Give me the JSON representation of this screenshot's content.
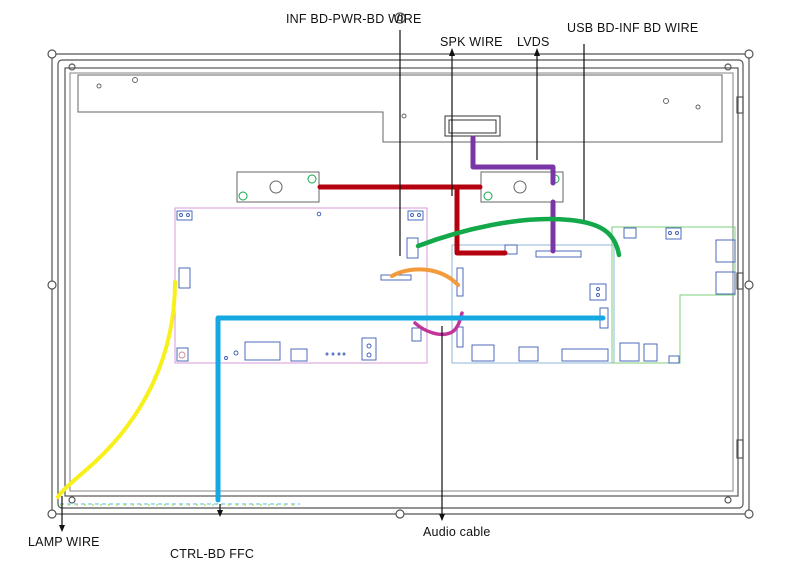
{
  "labels": {
    "inf_pwr": "INF BD-PWR-BD WIRE",
    "spk": "SPK WIRE",
    "lvds": "LVDS",
    "usb_inf": "USB BD-INF BD WIRE",
    "lamp": "LAMP WIRE",
    "ctrl_ffc": "CTRL-BD FFC",
    "audio": "Audio cable"
  },
  "colors": {
    "outline": "#555555",
    "light_outline": "#9a9a9a",
    "board_left": "#d79ad7",
    "board_mid": "#8fb7d8",
    "board_right": "#7ccf7c",
    "component": "#3b5bb5",
    "wire_red": "#b4000f",
    "wire_purple": "#7a35a6",
    "wire_green": "#13a84a",
    "wire_orange": "#f39a3a",
    "wire_yellow": "#f7f01a",
    "wire_cyan": "#16a9e1",
    "wire_magenta": "#c2349a",
    "leader": "#111111"
  }
}
